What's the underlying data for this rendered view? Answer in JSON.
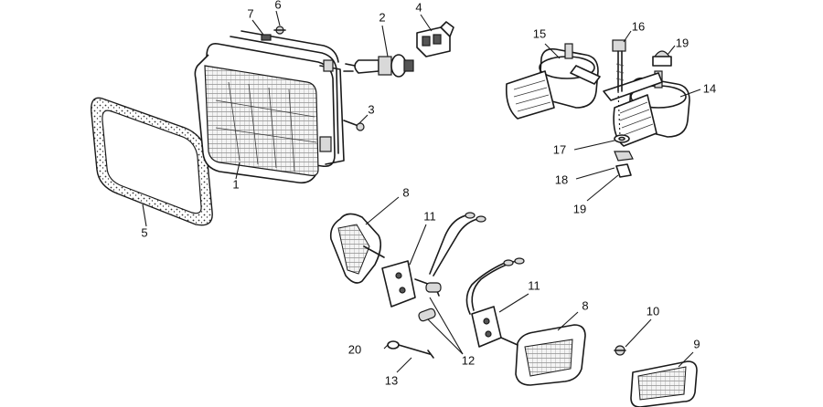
{
  "callouts": {
    "c1": "1",
    "c2": "2",
    "c3": "3",
    "c4": "4",
    "c5": "5",
    "c6": "6",
    "c7": "7",
    "c8a": "8",
    "c8b": "8",
    "c9": "9",
    "c10": "10",
    "c11a": "11",
    "c11b": "11",
    "c12": "12",
    "c13": "13",
    "c14": "14",
    "c15": "15",
    "c16": "16",
    "c17": "17",
    "c18": "18",
    "c19a": "19",
    "c19b": "19",
    "c20": "20"
  },
  "colors": {
    "line": "#1a1a1a",
    "background": "#ffffff",
    "shade": "#d9d9d9"
  }
}
